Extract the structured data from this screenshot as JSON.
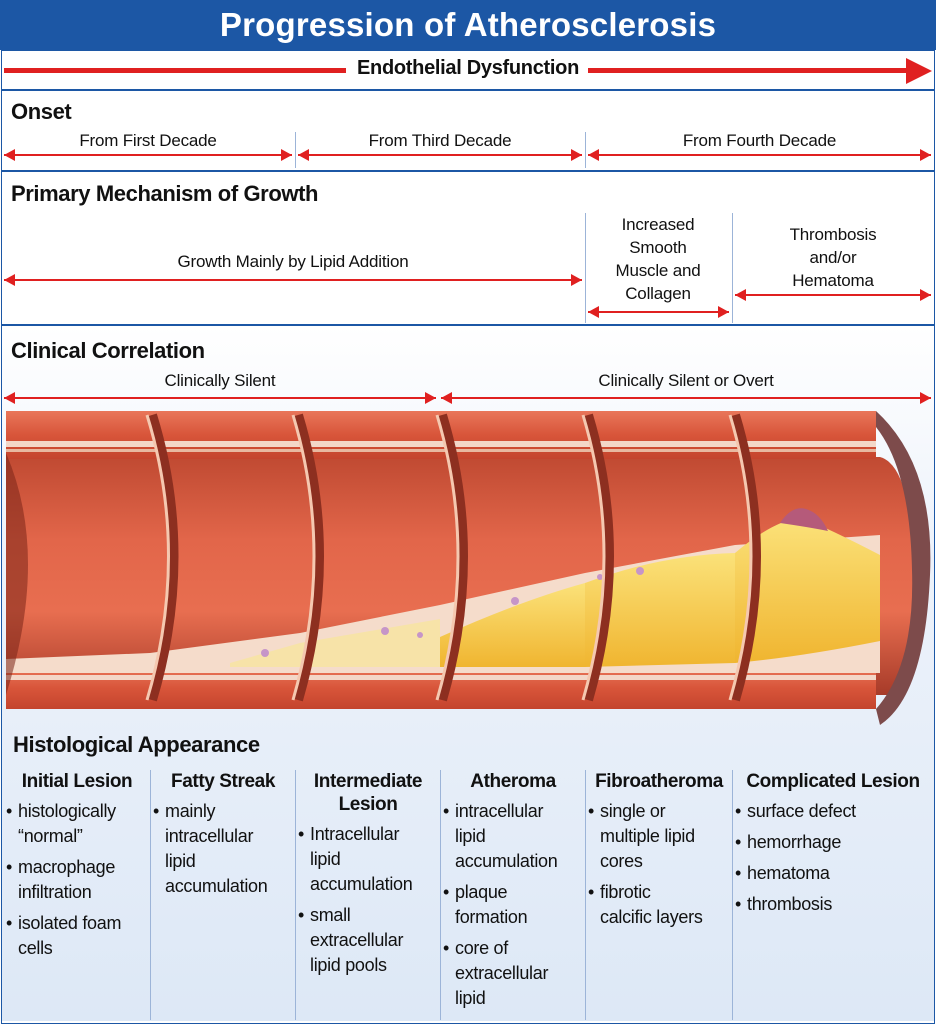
{
  "title": "Progression of Atherosclerosis",
  "top_arrow_label": "Endothelial Dysfunction",
  "onset": {
    "heading": "Onset",
    "ranges": [
      "From First Decade",
      "From Third Decade",
      "From Fourth Decade"
    ]
  },
  "mechanism": {
    "heading": "Primary Mechanism of Growth",
    "lipid": "Growth Mainly by Lipid Addition",
    "smooth_lines": [
      "Increased",
      "Smooth",
      "Muscle and",
      "Collagen"
    ],
    "thrombosis_lines": [
      "Thrombosis",
      "and/or",
      "Hematoma"
    ]
  },
  "clinical": {
    "heading": "Clinical Correlation",
    "silent": "Clinically Silent",
    "overt": "Clinically Silent or Overt"
  },
  "histology": {
    "heading": "Histological Appearance",
    "columns": [
      {
        "title_lines": [
          "Initial Lesion"
        ],
        "items": [
          [
            "histologically",
            "“normal”"
          ],
          [
            "macrophage",
            "infiltration"
          ],
          [
            "isolated foam",
            "cells"
          ]
        ]
      },
      {
        "title_lines": [
          "Fatty Streak"
        ],
        "items": [
          [
            "mainly",
            "intracellular",
            "lipid",
            "accumulation"
          ]
        ]
      },
      {
        "title_lines": [
          "Intermediate",
          "Lesion"
        ],
        "items": [
          [
            "Intracellular",
            "lipid",
            "accumulation"
          ],
          [
            "small",
            "extracellular",
            "lipid pools"
          ]
        ]
      },
      {
        "title_lines": [
          "Atheroma"
        ],
        "items": [
          [
            "intracellular",
            "lipid",
            "accumulation"
          ],
          [
            "plaque",
            "formation"
          ],
          [
            "core of",
            "extracellular",
            "lipid"
          ]
        ]
      },
      {
        "title_lines": [
          "Fibroatheroma"
        ],
        "items": [
          [
            "single or",
            "multiple lipid",
            "cores"
          ],
          [
            "fibrotic",
            "calcific layers"
          ]
        ]
      },
      {
        "title_lines": [
          "Complicated Lesion"
        ],
        "items": [
          [
            "surface defect"
          ],
          [
            "hemorrhage"
          ],
          [
            "hematoma"
          ],
          [
            "thrombosis"
          ]
        ]
      }
    ]
  },
  "colors": {
    "header_blue": "#1c57a5",
    "arrow_red": "#e02020",
    "artery_red": "#d9553a",
    "lipid_yellow": "#f3c43d"
  }
}
